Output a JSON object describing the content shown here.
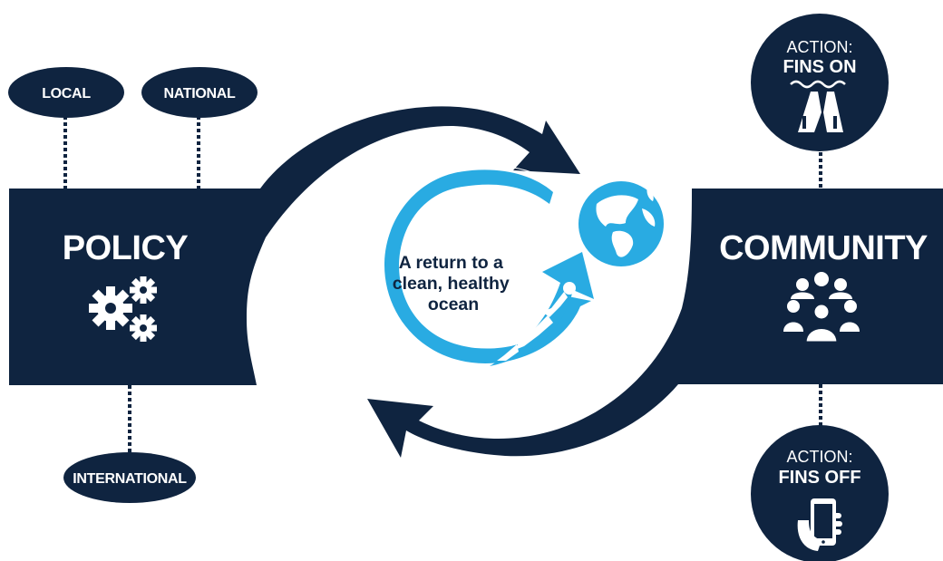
{
  "colors": {
    "navy": "#0f2440",
    "ocean_blue": "#29abe2",
    "white": "#ffffff"
  },
  "policy": {
    "title": "POLICY",
    "icon": "gears-icon",
    "levels": {
      "local": "LOCAL",
      "national": "NATIONAL",
      "international": "INTERNATIONAL"
    }
  },
  "community": {
    "title": "COMMUNITY",
    "icon": "people-group-icon"
  },
  "center": {
    "lines": [
      "A return to a",
      "clean, healthy",
      "ocean"
    ],
    "icons": [
      "globe-icon",
      "diver-icon",
      "cycle-arrow-icon"
    ]
  },
  "actions": {
    "fins_on": {
      "label_top": "ACTION:",
      "label_bottom": "FINS ON",
      "icon": "flippers-icon"
    },
    "fins_off": {
      "label_top": "ACTION:",
      "label_bottom": "FINS OFF",
      "icon": "phone-in-hand-icon"
    }
  }
}
